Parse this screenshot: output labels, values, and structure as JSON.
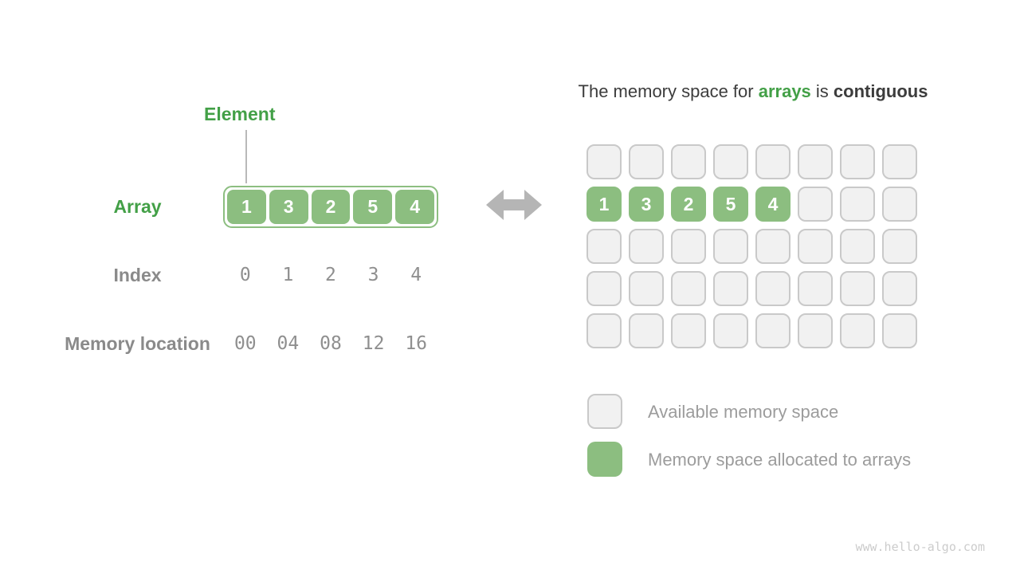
{
  "left_diagram": {
    "element_label": "Element",
    "array_label": "Array",
    "index_label": "Index",
    "memory_label": "Memory location",
    "array_values": [
      "1",
      "3",
      "2",
      "5",
      "4"
    ],
    "index_values": [
      "0",
      "1",
      "2",
      "3",
      "4"
    ],
    "memory_values": [
      "00",
      "04",
      "08",
      "12",
      "16"
    ]
  },
  "right_diagram": {
    "title_parts": {
      "prefix": "The memory space for ",
      "highlight": "arrays",
      "middle": " is ",
      "bold_end": "contiguous"
    },
    "grid": {
      "columns": 8,
      "rows": 5,
      "allocated_row": 1,
      "allocated_values": [
        "1",
        "3",
        "2",
        "5",
        "4"
      ]
    },
    "legend": [
      {
        "swatch": "available",
        "label": "Available memory space"
      },
      {
        "swatch": "allocated",
        "label": "Memory space allocated to arrays"
      }
    ]
  },
  "icons": {
    "arrow": "double-headed-arrow"
  },
  "colors": {
    "green_fill": "#8cbe80",
    "green_text": "#43a047",
    "gray_cell_fill": "#f1f1f1",
    "gray_cell_border": "#c9c9c9",
    "label_gray": "#8a8a8a",
    "title_dark": "#3c3c3c",
    "arrow_gray": "#b5b5b5",
    "value_gray": "#8f8f8f",
    "legend_text": "#9c9c9c",
    "watermark_gray": "#cccccc"
  },
  "watermark": "www.hello-algo.com"
}
